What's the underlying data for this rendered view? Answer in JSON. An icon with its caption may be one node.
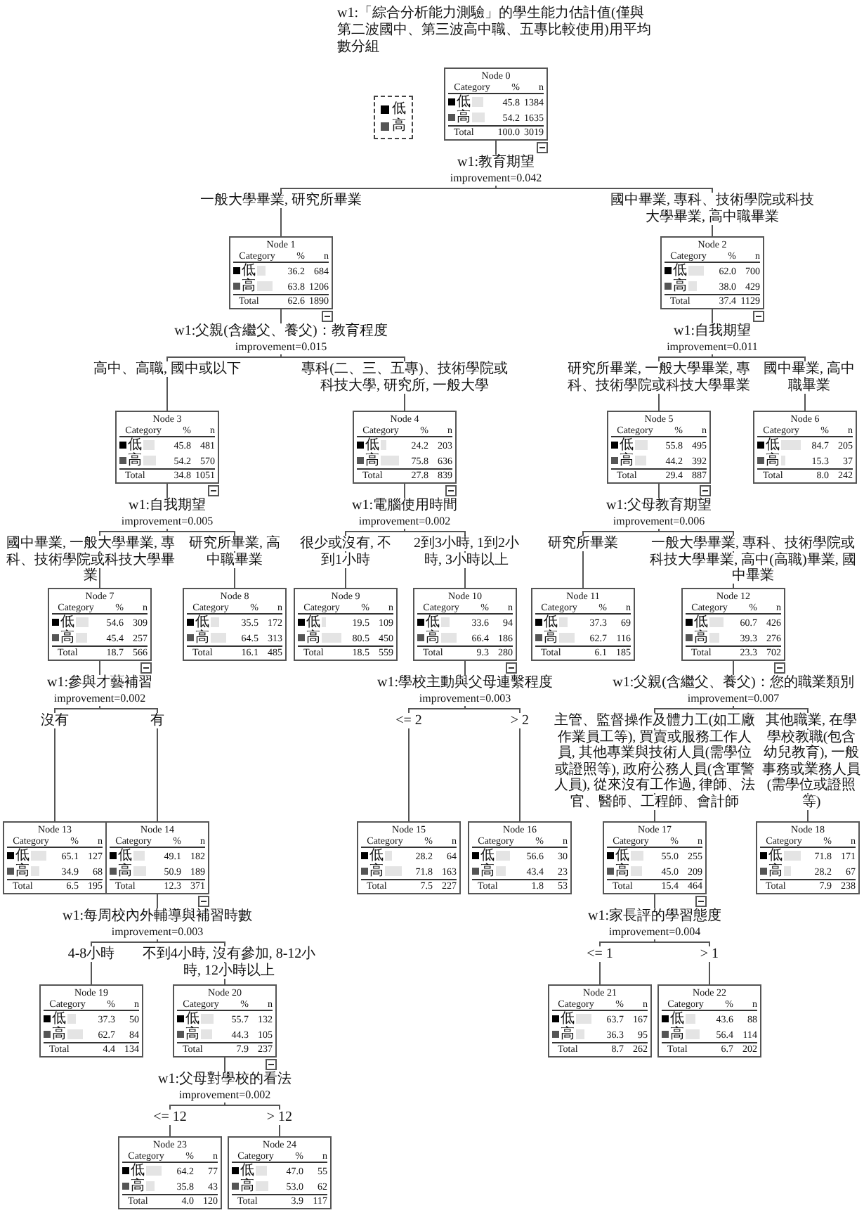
{
  "diagram": {
    "title": "w1:「綜合分析能力測驗」的學生能力估計值(僅與第二波國中、第三波高中職、五專比較使用)用平均數分組",
    "nodes": [
      {
        "text": [
          "Node 0",
          "Category",
          "%",
          "n",
          "低",
          "45.8",
          "1384",
          "高",
          "54.2",
          "1635",
          "Total",
          "100.0",
          "3019"
        ],
        "beside": [
          "w1:教育期望",
          "improvement=0.042"
        ]
      },
      {
        "text": [
          "Node 1",
          "Category",
          "%",
          "n",
          "低",
          "36.2",
          "684",
          "高",
          "63.8",
          "1206",
          "Total",
          "62.6",
          "1890"
        ],
        "beside": [
          "w1:父親(含繼父、養父)：教育程度",
          "improvement=0.015"
        ]
      },
      {
        "text": [
          "Node 2",
          "Category",
          "%",
          "n",
          "低",
          "62.0",
          "700",
          "高",
          "38.0",
          "429",
          "Total",
          "37.4",
          "1129"
        ],
        "beside": [
          "w1:自我期望",
          "improvement=0.011"
        ]
      },
      {
        "text": [
          "Node 3",
          "Category",
          "%",
          "n",
          "低",
          "45.8",
          "481",
          "高",
          "54.2",
          "570",
          "Total",
          "34.8",
          "1051"
        ],
        "beside": [
          "w1:自我期望",
          "improvement=0.005"
        ]
      },
      {
        "text": [
          "Node 4",
          "Category",
          "%",
          "n",
          "低",
          "24.2",
          "203",
          "高",
          "75.8",
          "636",
          "Total",
          "27.8",
          "839"
        ],
        "beside": [
          "w1:電腦使用時間",
          "improvement=0.002"
        ]
      },
      {
        "text": [
          "Node 5",
          "Category",
          "%",
          "n",
          "低",
          "55.8",
          "495",
          "高",
          "44.2",
          "392",
          "Total",
          "29.4",
          "887"
        ],
        "beside": [
          "w1:父母教育期望",
          "improvement=0.006"
        ]
      },
      {
        "text": [
          "Node 6",
          "Category",
          "%",
          "n",
          "低",
          "84.7",
          "205",
          "高",
          "15.3",
          "37",
          "Total",
          "8.0",
          "242"
        ]
      },
      {
        "text": [
          "Node 7",
          "Category",
          "%",
          "n",
          "低",
          "54.6",
          "309",
          "高",
          "45.4",
          "257",
          "Total",
          "18.7",
          "566"
        ],
        "beside": [
          "w1:參與才藝補習",
          "improvement=0.002"
        ]
      },
      {
        "text": [
          "Node 8",
          "Category",
          "%",
          "n",
          "低",
          "35.5",
          "172",
          "高",
          "64.5",
          "313",
          "Total",
          "16.1",
          "485"
        ]
      },
      {
        "text": [
          "Node 9",
          "Category",
          "%",
          "n",
          "低",
          "19.5",
          "109",
          "高",
          "80.5",
          "450",
          "Total",
          "18.5",
          "559"
        ]
      },
      {
        "text": [
          "Node 10",
          "Category",
          "%",
          "n",
          "低",
          "33.6",
          "94",
          "高",
          "66.4",
          "186",
          "Total",
          "9.3",
          "280"
        ],
        "beside": [
          "w1:學校主動與父母連繫程度",
          "improvement=0.003"
        ]
      },
      {
        "text": [
          "Node 11",
          "Category",
          "%",
          "n",
          "低",
          "37.3",
          "69",
          "高",
          "62.7",
          "116",
          "Total",
          "6.1",
          "185"
        ]
      },
      {
        "text": [
          "Node 12",
          "Category",
          "%",
          "n",
          "低",
          "60.7",
          "426",
          "高",
          "39.3",
          "276",
          "Total",
          "23.3",
          "702"
        ],
        "beside": [
          "w1:父親(含繼父、養父)：您的職業類別",
          "improvement=0.007"
        ]
      },
      {
        "text": [
          "Node 13",
          "Category",
          "%",
          "n",
          "低",
          "65.1",
          "127",
          "高",
          "34.9",
          "68",
          "Total",
          "6.5",
          "195"
        ]
      },
      {
        "text": [
          "Node 14",
          "Category",
          "%",
          "n",
          "低",
          "49.1",
          "182",
          "高",
          "50.9",
          "189",
          "Total",
          "12.3",
          "371"
        ],
        "beside": [
          "w1:每周校內外輔導與補習時數",
          "improvement=0.003"
        ]
      },
      {
        "text": [
          "Node 15",
          "Category",
          "%",
          "n",
          "低",
          "28.2",
          "64",
          "高",
          "71.8",
          "163",
          "Total",
          "7.5",
          "227"
        ]
      },
      {
        "text": [
          "Node 16",
          "Category",
          "%",
          "n",
          "低",
          "56.6",
          "30",
          "高",
          "43.4",
          "23",
          "Total",
          "1.8",
          "53"
        ]
      },
      {
        "text": [
          "Node 17",
          "Category",
          "%",
          "n",
          "低",
          "55.0",
          "255",
          "高",
          "45.0",
          "209",
          "Total",
          "15.4",
          "464"
        ],
        "beside": [
          "w1:家長評的學習態度",
          "improvement=0.004"
        ]
      },
      {
        "text": [
          "Node 18",
          "Category",
          "%",
          "n",
          "低",
          "71.8",
          "171",
          "高",
          "28.2",
          "67",
          "Total",
          "7.9",
          "238"
        ]
      },
      {
        "text": [
          "Node 19",
          "Category",
          "%",
          "n",
          "低",
          "37.3",
          "50",
          "高",
          "62.7",
          "84",
          "Total",
          "4.4",
          "134"
        ]
      },
      {
        "text": [
          "Node 20",
          "Category",
          "%",
          "n",
          "低",
          "55.7",
          "132",
          "高",
          "44.3",
          "105",
          "Total",
          "7.9",
          "237"
        ],
        "beside": [
          "w1:父母對學校的看法",
          "improvement=0.002"
        ]
      },
      {
        "text": [
          "Node 21",
          "Category",
          "%",
          "n",
          "低",
          "63.7",
          "167",
          "高",
          "36.3",
          "95",
          "Total",
          "8.7",
          "262"
        ]
      },
      {
        "text": [
          "Node 22",
          "Category",
          "%",
          "n",
          "低",
          "43.6",
          "88",
          "高",
          "56.4",
          "114",
          "Total",
          "6.7",
          "202"
        ]
      },
      {
        "text": [
          "Node 23",
          "Category",
          "%",
          "n",
          "低",
          "64.2",
          "77",
          "高",
          "35.8",
          "43",
          "Total",
          "4.0",
          "120"
        ]
      },
      {
        "text": [
          "Node 24",
          "Category",
          "%",
          "n",
          "低",
          "47.0",
          "55",
          "高",
          "53.0",
          "62",
          "Total",
          "3.9",
          "117"
        ]
      }
    ],
    "edges": [
      {
        "from": 0,
        "to": 1,
        "arrow": "none",
        "label": "一般大學畢業, 研究所畢業"
      },
      {
        "from": 0,
        "to": 2,
        "arrow": "none",
        "label": "國中畢業, 專科、技術學院或科技大學畢業, 高中職畢業"
      },
      {
        "from": 1,
        "to": 3,
        "arrow": "none",
        "label": "高中、高職, 國中或以下"
      },
      {
        "from": 1,
        "to": 4,
        "arrow": "none",
        "label": "專科(二、三、五專)、技術學院或科技大學, 研究所, 一般大學"
      },
      {
        "from": 2,
        "to": 5,
        "arrow": "none",
        "label": "研究所畢業, 一般大學畢業, 專科、技術學院或科技大學畢業"
      },
      {
        "from": 2,
        "to": 6,
        "arrow": "none",
        "label": "國中畢業, 高中職畢業"
      },
      {
        "from": 3,
        "to": 7,
        "arrow": "none",
        "label": "國中畢業, 一般大學畢業, 專科、技術學院或科技大學畢業"
      },
      {
        "from": 3,
        "to": 8,
        "arrow": "none",
        "label": "研究所畢業, 高中職畢業"
      },
      {
        "from": 4,
        "to": 9,
        "arrow": "none",
        "label": "很少或沒有, 不到1小時"
      },
      {
        "from": 4,
        "to": 10,
        "arrow": "none",
        "label": "2到3小時, 1到2小時, 3小時以上"
      },
      {
        "from": 5,
        "to": 11,
        "arrow": "none",
        "label": "研究所畢業"
      },
      {
        "from": 5,
        "to": 12,
        "arrow": "none",
        "label": "一般大學畢業, 專科、技術學院或科技大學畢業, 高中(高職)畢業, 國中畢業"
      },
      {
        "from": 7,
        "to": 13,
        "arrow": "none",
        "label": "沒有"
      },
      {
        "from": 7,
        "to": 14,
        "arrow": "none",
        "label": "有"
      },
      {
        "from": 10,
        "to": 15,
        "arrow": "none",
        "label": "<= 2"
      },
      {
        "from": 10,
        "to": 16,
        "arrow": "none",
        "label": "> 2"
      },
      {
        "from": 12,
        "to": 17,
        "arrow": "none",
        "label": "主管、監督操作及體力工(如工廠作業員工等), 買賣或服務工作人員, 其他專業與技術人員(需學位或證照等), 政府公務人員(含軍警人員), 從來沒有工作過, 律師、法官、醫師、工程師、會計師"
      },
      {
        "from": 12,
        "to": 18,
        "arrow": "none",
        "label": "其他職業, 在學學校教職(包含幼兒教育), 一般事務或業務人員(需學位或證照等)"
      },
      {
        "from": 14,
        "to": 19,
        "arrow": "none",
        "label": "4-8小時"
      },
      {
        "from": 14,
        "to": 20,
        "arrow": "none",
        "label": "不到4小時, 沒有參加, 8-12小時, 12小時以上"
      },
      {
        "from": 17,
        "to": 21,
        "arrow": "none",
        "label": "<= 1"
      },
      {
        "from": 17,
        "to": 22,
        "arrow": "none",
        "label": "> 1"
      },
      {
        "from": 20,
        "to": 23,
        "arrow": "none",
        "label": "<= 12"
      },
      {
        "from": 20,
        "to": 24,
        "arrow": "none",
        "label": "> 12"
      }
    ],
    "legend": [
      {
        "text": "低",
        "color": "#000000"
      },
      {
        "text": "高",
        "color": "#555555"
      }
    ]
  }
}
